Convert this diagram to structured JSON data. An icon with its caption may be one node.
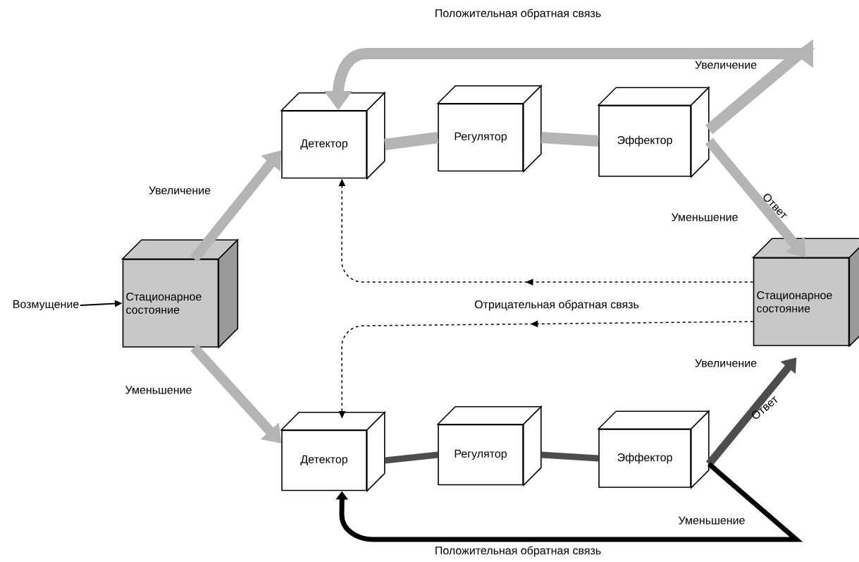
{
  "diagram": {
    "nodes": [
      {
        "text": [
          "Возмущение"
        ]
      },
      {
        "text": [
          "Стационарное состояние"
        ]
      },
      {
        "text": [
          "Детектор"
        ]
      },
      {
        "text": [
          "Регулятор"
        ]
      },
      {
        "text": [
          "Эффектор"
        ]
      },
      {
        "text": [
          "Стационарное состояние"
        ]
      },
      {
        "text": [
          "Детектор"
        ]
      },
      {
        "text": [
          "Регулятор"
        ]
      },
      {
        "text": [
          "Эффектор"
        ]
      }
    ],
    "edges": [
      {
        "from": 0,
        "to": 1,
        "arrow": "to",
        "color": "#000000"
      },
      {
        "from": 1,
        "to": 2,
        "arrow": "to",
        "label": "Увеличение"
      },
      {
        "from": 1,
        "to": 6,
        "arrow": "to",
        "label": "Уменьшение"
      },
      {
        "from": 2,
        "to": 3,
        "arrow": "none"
      },
      {
        "from": 3,
        "to": 4,
        "arrow": "none"
      },
      {
        "from": 4,
        "to": 5,
        "arrow": "to",
        "label": "Ответ"
      },
      {
        "from": 4,
        "to": 2,
        "arrow": "to",
        "label": "Положительная обратная связь"
      },
      {
        "from": 5,
        "to": 2,
        "arrow": "to",
        "style": "dashed",
        "color": "#000000"
      },
      {
        "from": 5,
        "to": 6,
        "arrow": "to",
        "style": "dashed",
        "color": "#000000"
      },
      {
        "from": 6,
        "to": 7,
        "arrow": "none",
        "color": "#4d4d4d"
      },
      {
        "from": 7,
        "to": 8,
        "arrow": "none",
        "color": "#4d4d4d"
      },
      {
        "from": 8,
        "to": 5,
        "arrow": "to",
        "label": "Ответ",
        "color": "#4d4d4d"
      },
      {
        "from": 8,
        "to": 6,
        "arrow": "to",
        "label": "Положительная обратная связь",
        "color": "#000000"
      }
    ],
    "labels": [
      "Увеличение",
      "Уменьшение",
      "Отрицательная обратная связь",
      "Увеличение",
      "Уменьшение"
    ]
  }
}
